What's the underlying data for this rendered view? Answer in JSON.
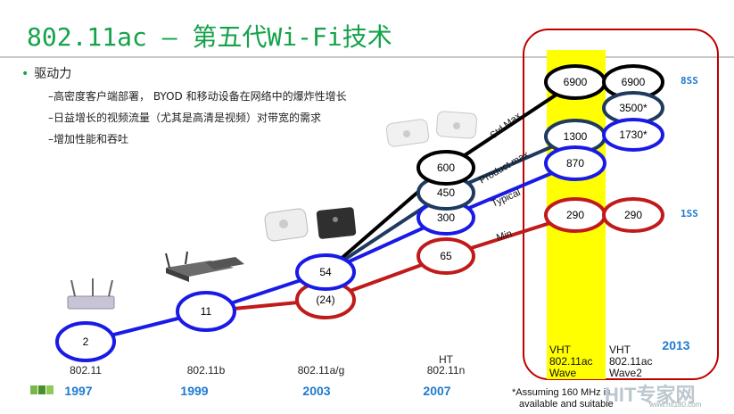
{
  "title": "802.11ac – 第五代Wi-Fi技术",
  "drivers": {
    "heading": "驱动力",
    "items": [
      "–高密度客户端部署， BYOD 和移动设备在网络中的爆炸性增长",
      "–日益增长的视频流量（尤其是高清是视频）对带宽的需求",
      "–增加性能和吞吐"
    ]
  },
  "nodes": {
    "n_2": "2",
    "n_11": "11",
    "n_54": "54",
    "n_24": "(24)",
    "n_600": "600",
    "n_450": "450",
    "n_300": "300",
    "n_65": "65",
    "n_6900a": "6900",
    "n_1300": "1300",
    "n_870": "870",
    "n_290a": "290",
    "n_6900b": "6900",
    "n_3500": "3500*",
    "n_1730": "1730*",
    "n_290b": "290"
  },
  "line_labels": {
    "std_max": "Std Max",
    "product_max": "Product max",
    "typical": "Typical",
    "min": "Min"
  },
  "standards": {
    "s80211": "802.11",
    "s80211b": "802.11b",
    "s80211ag": "802.11a/g",
    "ht": "HT",
    "s80211n": "802.11n"
  },
  "years": {
    "y1997": "1997",
    "y1999": "1999",
    "y2003": "2003",
    "y2007": "2007",
    "y2013": "2013"
  },
  "vht": {
    "wave1_l1": "VHT",
    "wave1_l2": "802.11ac",
    "wave1_l3": "Wave",
    "wave2_l1": "VHT",
    "wave2_l2": "802.11ac",
    "wave2_l3": "Wave2"
  },
  "streams": {
    "ss8": "8SS",
    "ss1": "1SS"
  },
  "footnote": {
    "line1": "*Assuming 160 MHz is",
    "line2": "available and suitable"
  },
  "watermark": {
    "brand": "HIT专家网",
    "sub": "www.hit180.com"
  },
  "colors": {
    "title": "#15a24a",
    "blue": "#1a1ae6",
    "red": "#c01a1a",
    "black": "#000000",
    "navy": "#1f3a5f",
    "year": "#1f7ad0",
    "highlight": "#ffff00",
    "frame": "#c00000"
  }
}
